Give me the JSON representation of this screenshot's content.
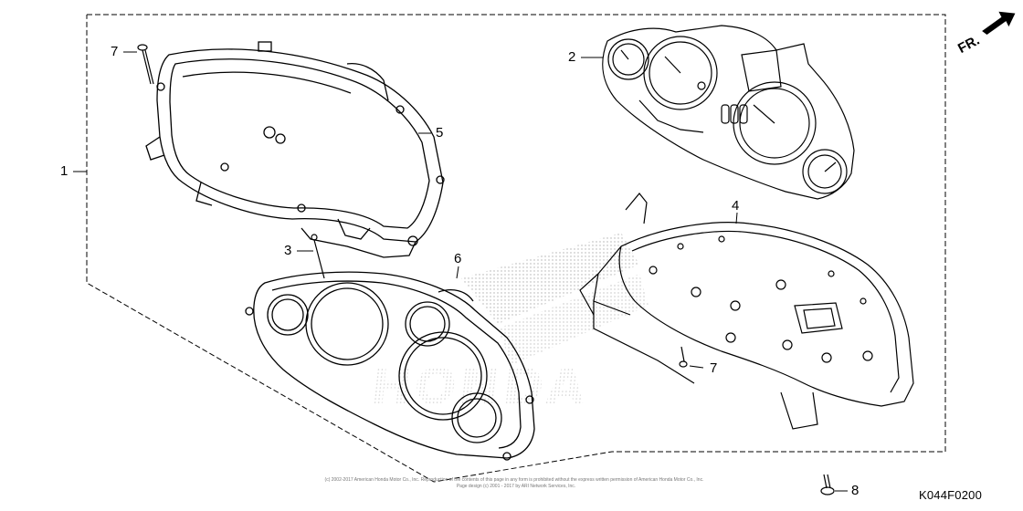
{
  "callouts": {
    "c1": "1",
    "c2": "2",
    "c3": "3",
    "c4": "4",
    "c5": "5",
    "c6": "6",
    "c7_top": "7",
    "c7_bottom": "7",
    "c8": "8"
  },
  "direction_label": "FR.",
  "diagram_code": "K044F0200",
  "copyright_line1": "(c) 2002-2017 American Honda Motor Co., Inc. Reproduction of the contents of this page in any form is prohibited without the express written permission of American Honda Motor Co., Inc.",
  "copyright_line2": "Page design (c) 2001 - 2017 by ARI Network Services, Inc.",
  "watermark": "HONDA",
  "colors": {
    "ink": "#000000",
    "dots": "#9a9a9a",
    "watermark": "#d0d0d0"
  }
}
